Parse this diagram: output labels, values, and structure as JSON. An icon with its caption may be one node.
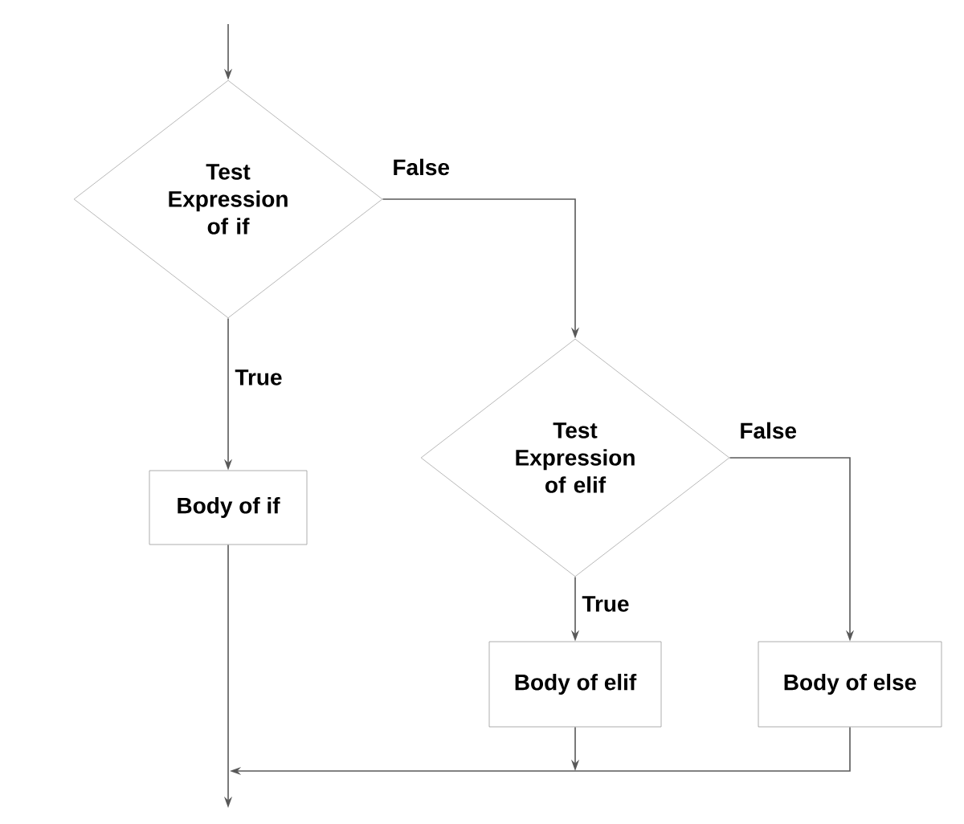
{
  "diagram": {
    "nodes": [
      {
        "text": [
          "Test Expression of if"
        ]
      },
      {
        "text": [
          "Test Expression of elif"
        ]
      },
      {
        "text": [
          "Body of if"
        ]
      },
      {
        "text": [
          "Body of elif"
        ]
      },
      {
        "text": [
          "Body of else"
        ]
      }
    ],
    "edges": [
      {
        "from": null,
        "to": 0,
        "arrow": "to"
      },
      {
        "from": 0,
        "to": 1,
        "arrow": "to",
        "label": "False"
      },
      {
        "from": 0,
        "to": 2,
        "arrow": "to",
        "label": "True"
      },
      {
        "from": 1,
        "to": 3,
        "arrow": "to",
        "label": "True"
      },
      {
        "from": 1,
        "to": 4,
        "arrow": "to",
        "label": "False"
      },
      {
        "from": 2,
        "to": null,
        "arrow": "to"
      },
      {
        "from": 3,
        "to": null,
        "arrow": "to"
      },
      {
        "from": 4,
        "to": null,
        "arrow": "to"
      }
    ]
  }
}
